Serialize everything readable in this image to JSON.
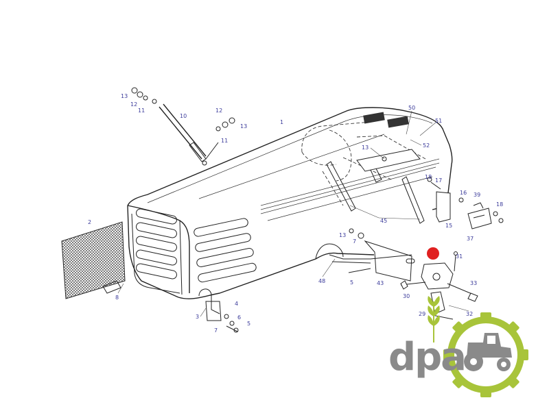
{
  "diagram": {
    "callouts": [
      {
        "id": "c13a",
        "text": "13"
      },
      {
        "id": "c12a",
        "text": "12"
      },
      {
        "id": "c11a",
        "text": "11"
      },
      {
        "id": "c10",
        "text": "10"
      },
      {
        "id": "c12b",
        "text": "12"
      },
      {
        "id": "c13b",
        "text": "13"
      },
      {
        "id": "c11b",
        "text": "11"
      },
      {
        "id": "c1",
        "text": "1"
      },
      {
        "id": "c50",
        "text": "50"
      },
      {
        "id": "c51",
        "text": "51"
      },
      {
        "id": "c13c",
        "text": "13"
      },
      {
        "id": "c52",
        "text": "52"
      },
      {
        "id": "c18a",
        "text": "18"
      },
      {
        "id": "c17",
        "text": "17"
      },
      {
        "id": "c16",
        "text": "16"
      },
      {
        "id": "c39",
        "text": "39"
      },
      {
        "id": "c18b",
        "text": "18"
      },
      {
        "id": "c15",
        "text": "15"
      },
      {
        "id": "c37",
        "text": "37"
      },
      {
        "id": "c45",
        "text": "45"
      },
      {
        "id": "c2",
        "text": "2"
      },
      {
        "id": "c13d",
        "text": "13"
      },
      {
        "id": "c7a",
        "text": "7"
      },
      {
        "id": "c31",
        "text": "31"
      },
      {
        "id": "c48",
        "text": "48"
      },
      {
        "id": "c5a",
        "text": "5"
      },
      {
        "id": "c43",
        "text": "43"
      },
      {
        "id": "c33",
        "text": "33"
      },
      {
        "id": "c30",
        "text": "30"
      },
      {
        "id": "c8",
        "text": "8"
      },
      {
        "id": "c4",
        "text": "4"
      },
      {
        "id": "c3",
        "text": "3"
      },
      {
        "id": "c6",
        "text": "6"
      },
      {
        "id": "c5b",
        "text": "5"
      },
      {
        "id": "c7b",
        "text": "7"
      },
      {
        "id": "c29",
        "text": "29"
      },
      {
        "id": "c32",
        "text": "32"
      }
    ]
  },
  "logo": {
    "text": "dpa",
    "text_color": "#8a8a8a",
    "accent_color": "#a8c43a",
    "icon": "tractor-gear-icon"
  },
  "marker": {
    "color": "#e02020",
    "icon": "red-dot-marker"
  }
}
